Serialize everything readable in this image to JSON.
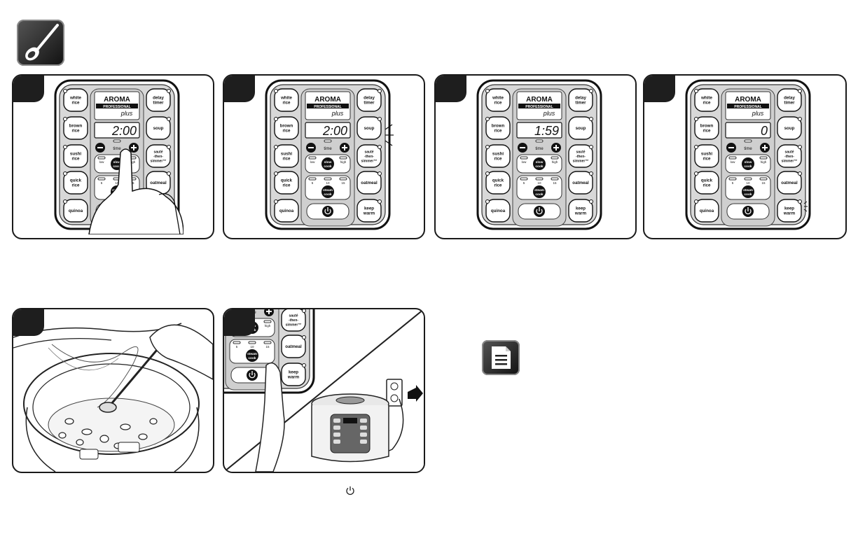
{
  "brand": {
    "name": "AROMA",
    "sub": "PROFESSIONAL",
    "plus": "plus"
  },
  "buttons": {
    "left": [
      [
        "white",
        "rice"
      ],
      [
        "brown",
        "rice"
      ],
      [
        "sushi",
        "rice"
      ],
      [
        "quick",
        "rice"
      ],
      [
        "quinoa"
      ]
    ],
    "right": [
      [
        "delay",
        "timer"
      ],
      [
        "soup"
      ],
      [
        "sauté",
        "-then-",
        "simmer™"
      ],
      [
        "oatmeal"
      ],
      [
        "keep",
        "warm"
      ]
    ],
    "time": "time",
    "slow_top": [
      "low",
      "",
      "high"
    ],
    "slow": [
      "slow",
      "cook"
    ],
    "steam_nums": [
      "5",
      "10",
      "15"
    ],
    "steam": [
      "steam",
      "cook"
    ]
  },
  "displays": [
    "2:00",
    "2:00",
    "1:59",
    "0"
  ],
  "icons": {
    "spoon": "spoon-icon",
    "note": "note-icon",
    "power": "power-icon"
  }
}
